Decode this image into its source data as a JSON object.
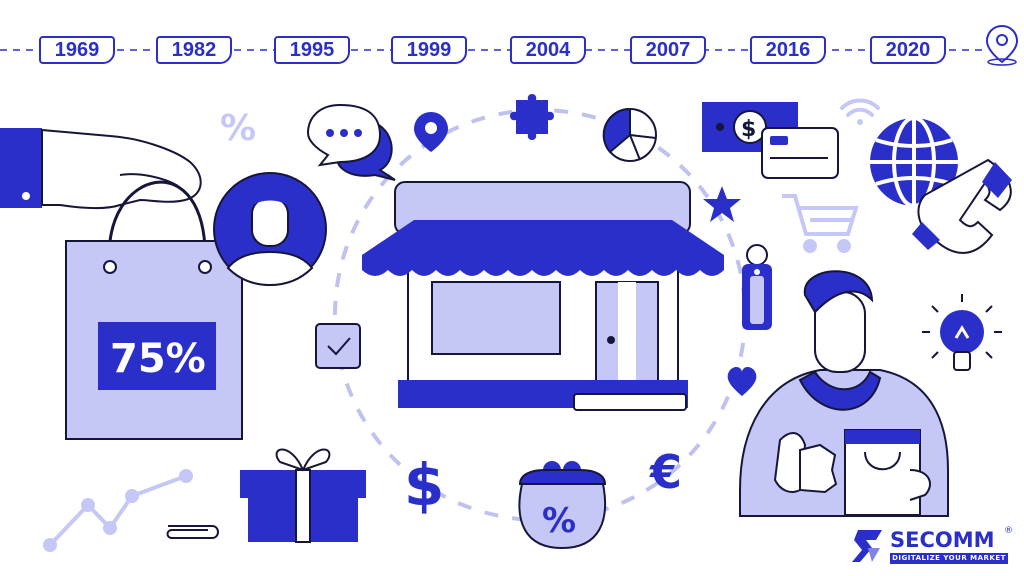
{
  "timeline": {
    "years": [
      "1969",
      "1982",
      "1995",
      "1999",
      "2004",
      "2007",
      "2016",
      "2020"
    ]
  },
  "bag_discount": "75%",
  "purse_symbol": "%",
  "percent_sign": "%",
  "dollar_sign": "$",
  "euro_sign": "€",
  "bill_symbol": "$",
  "brand": {
    "name": "SECOMM",
    "registered": "®",
    "tagline": "DIGITALIZE YOUR MARKET"
  },
  "colors": {
    "primary": "#2b2fc9",
    "light": "#c5c8f7",
    "outline": "#16163a",
    "dashes": "#bfc2ee"
  },
  "icons": [
    "map-pin-icon",
    "chat-bubbles-icon",
    "location-pin-icon",
    "puzzle-icon",
    "pie-chart-icon",
    "money-icon",
    "credit-card-icon",
    "wifi-icon",
    "globe-icon",
    "phone-icon",
    "star-icon",
    "shopping-cart-icon",
    "price-tag-icon",
    "lightbulb-icon",
    "heart-icon",
    "checkbox-icon",
    "trend-line-icon",
    "paperclip-icon",
    "gift-icon",
    "purse-icon",
    "store-icon"
  ]
}
